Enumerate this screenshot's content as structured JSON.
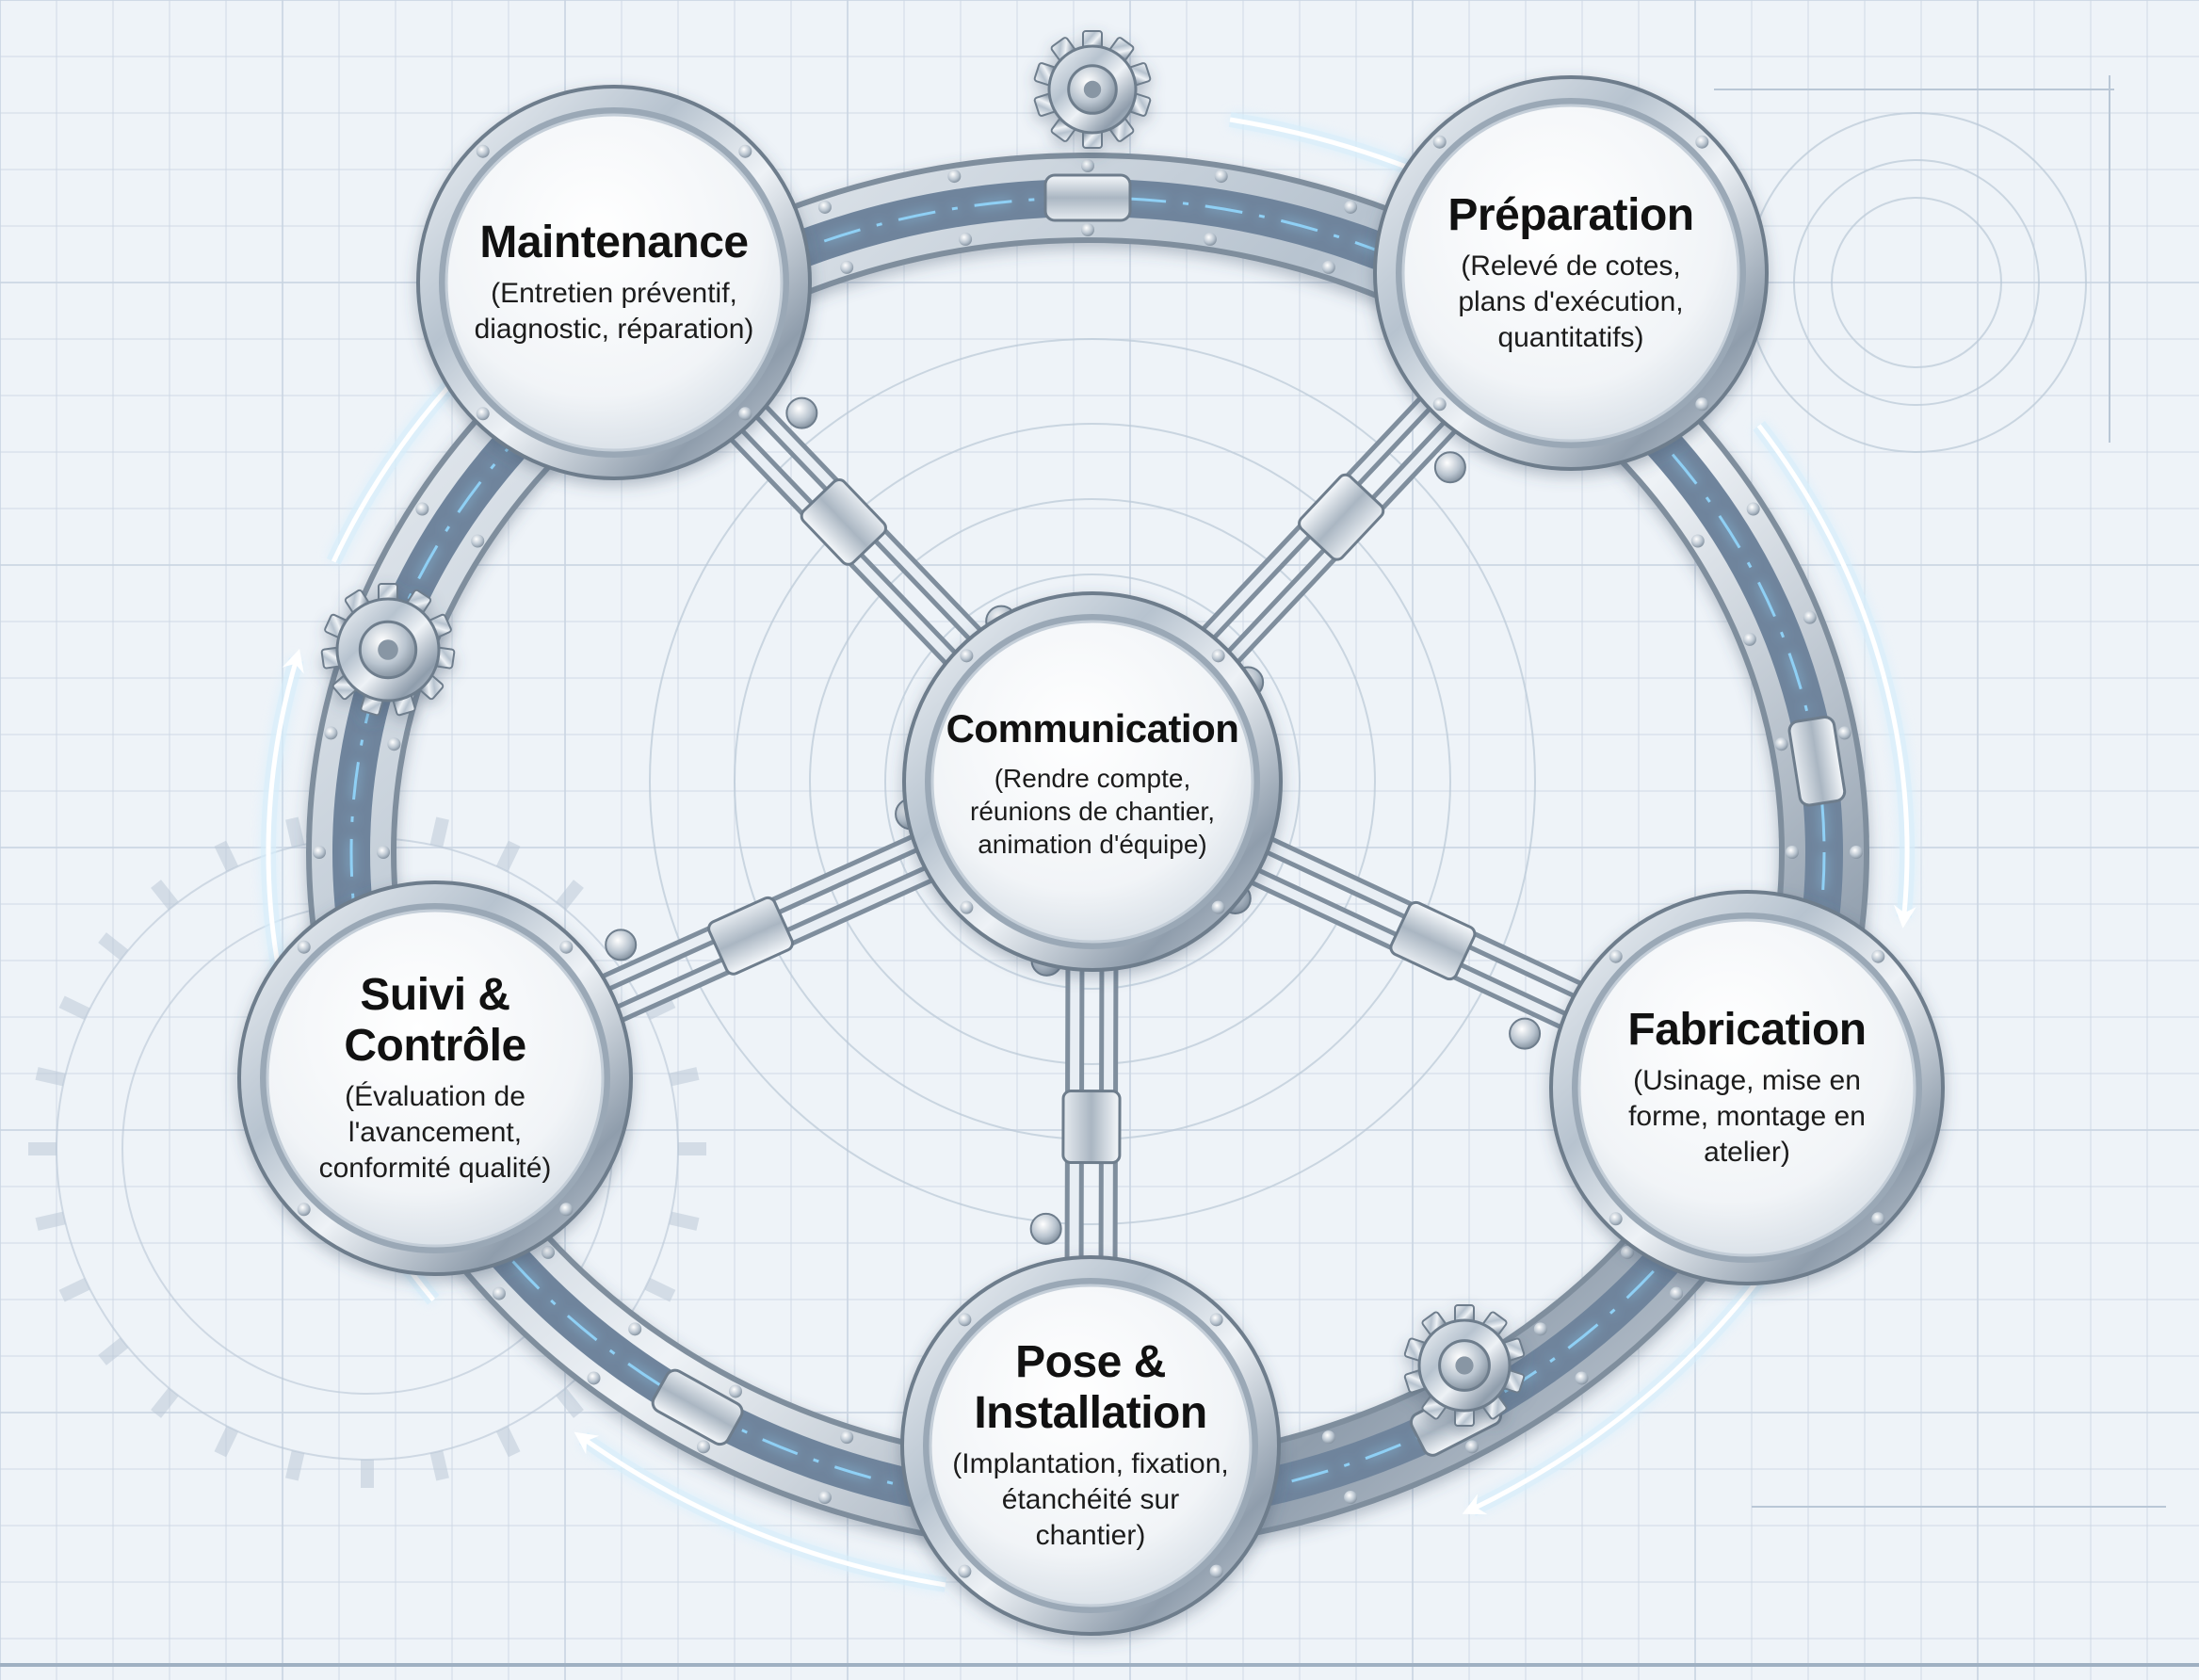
{
  "diagram": {
    "nodes": [
      {
        "id": "maintenance",
        "title": "Maintenance",
        "desc": "(Entretien préventif,\ndiagnostic, réparation)"
      },
      {
        "id": "preparation",
        "title": "Préparation",
        "desc": "(Relevé de cotes,\nplans d'exécution,\nquantitatifs)"
      },
      {
        "id": "communication",
        "title": "Communication",
        "desc": "(Rendre compte,\nréunions de chantier,\nanimation d'équipe)"
      },
      {
        "id": "suivi",
        "title": "Suivi &\nContrôle",
        "desc": "(Évaluation de\nl'avancement,\nconformité qualité)"
      },
      {
        "id": "fabrication",
        "title": "Fabrication",
        "desc": "(Usinage, mise en\nforme, montage en\natelier)"
      },
      {
        "id": "pose",
        "title": "Pose &\nInstallation",
        "desc": "(Implantation, fixation,\nétanchéité sur\nchantier)"
      }
    ],
    "flow_direction": "clockwise",
    "colors": {
      "background": "#eef3f8",
      "grid": "#c9d5e2",
      "ring_metal": "#a9b6c4",
      "ring_channel": "#6f849c",
      "circuit": "#8fd0f5",
      "glow_arrow": "#d6eefc",
      "node_face": "#f7f9fb"
    }
  }
}
